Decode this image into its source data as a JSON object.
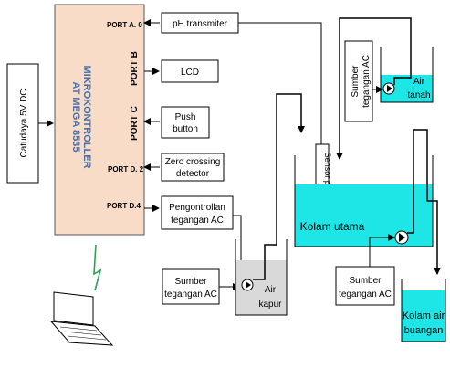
{
  "power_supply": {
    "label": "Catudaya 5V DC"
  },
  "microcontroller": {
    "line1": "MIKROKONTROLLER",
    "line2": "AT MEGA 8535",
    "port_a0": "PORT A. 0",
    "port_b": "PORT B",
    "port_c": "PORT C",
    "port_d2": "PORT D. 2",
    "port_d4": "PORT D.4"
  },
  "ph_transmitter": {
    "label": "pH transmiter"
  },
  "lcd": {
    "label": "LCD"
  },
  "push_button": {
    "line1": "Push",
    "line2": "button"
  },
  "zero_crossing": {
    "line1": "Zero crossing",
    "line2": "detector"
  },
  "ac_control": {
    "line1": "Pengontrollan",
    "line2": "tegangan AC"
  },
  "ac_source_1": {
    "line1": "Sumber",
    "line2": "tegangan AC"
  },
  "ac_source_2": {
    "line1": "Sumber",
    "line2": "tegangan AC"
  },
  "ac_source_3": {
    "line1": "Sumber",
    "line2": "tegangan AC"
  },
  "lime_tank": {
    "line1": "Air",
    "line2": "kapur"
  },
  "ph_sensor": {
    "label": "Sensor pH"
  },
  "main_pond": {
    "label": "Kolam utama"
  },
  "groundwater_tank": {
    "line1": "Air",
    "line2": "tanah"
  },
  "waste_pond": {
    "line1": "Kolam air",
    "line2": "buangan"
  },
  "colors": {
    "microcontroller_fill": "#f8dcc8",
    "microcontroller_text": "#4a6fa5",
    "water": "#1ee6e6",
    "lime_water": "#d9d9d9",
    "line": "#000000"
  }
}
